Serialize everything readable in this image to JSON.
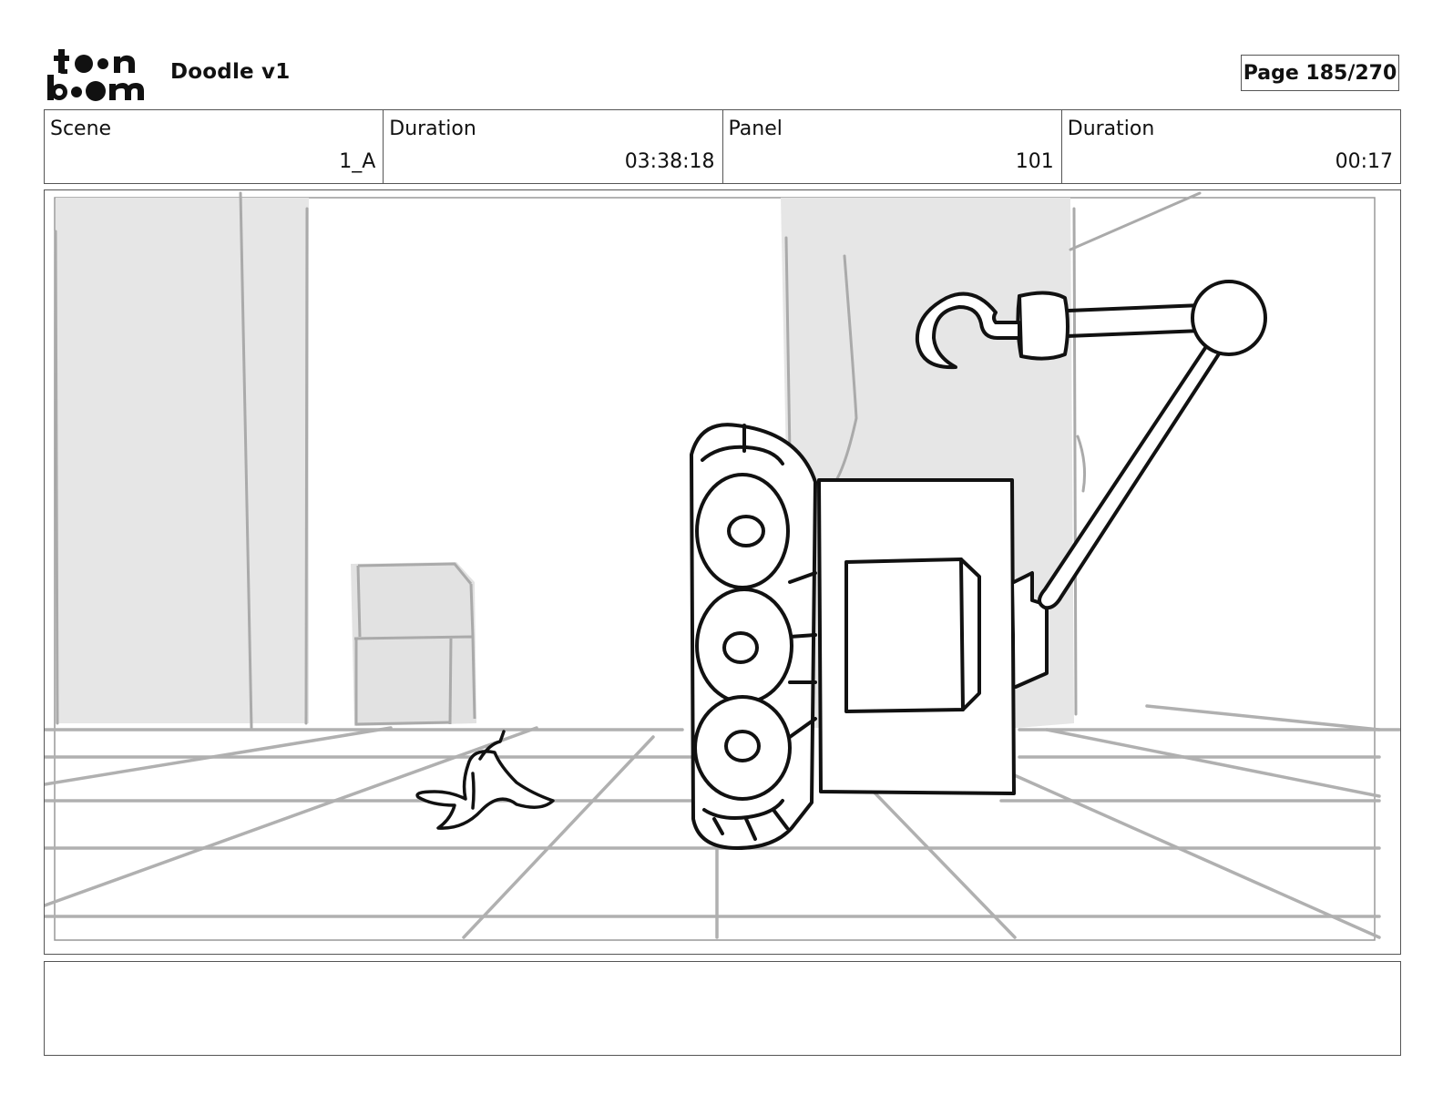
{
  "header": {
    "logo_text": "toon boom",
    "project_title": "Doodle v1",
    "page": "Page 185/270"
  },
  "info": {
    "scene_label": "Scene",
    "scene_value": "1_A",
    "scene_duration_label": "Duration",
    "scene_duration_value": "03:38:18",
    "panel_label": "Panel",
    "panel_value": "101",
    "panel_duration_label": "Duration",
    "panel_duration_value": "00:17"
  },
  "panel": {
    "drawing": "storyboard-sketch"
  },
  "caption": {
    "text": ""
  },
  "colors": {
    "line": "#111111",
    "grid": "#b0b0b0",
    "shade": "#e6e6e6",
    "frame": "#555555"
  }
}
